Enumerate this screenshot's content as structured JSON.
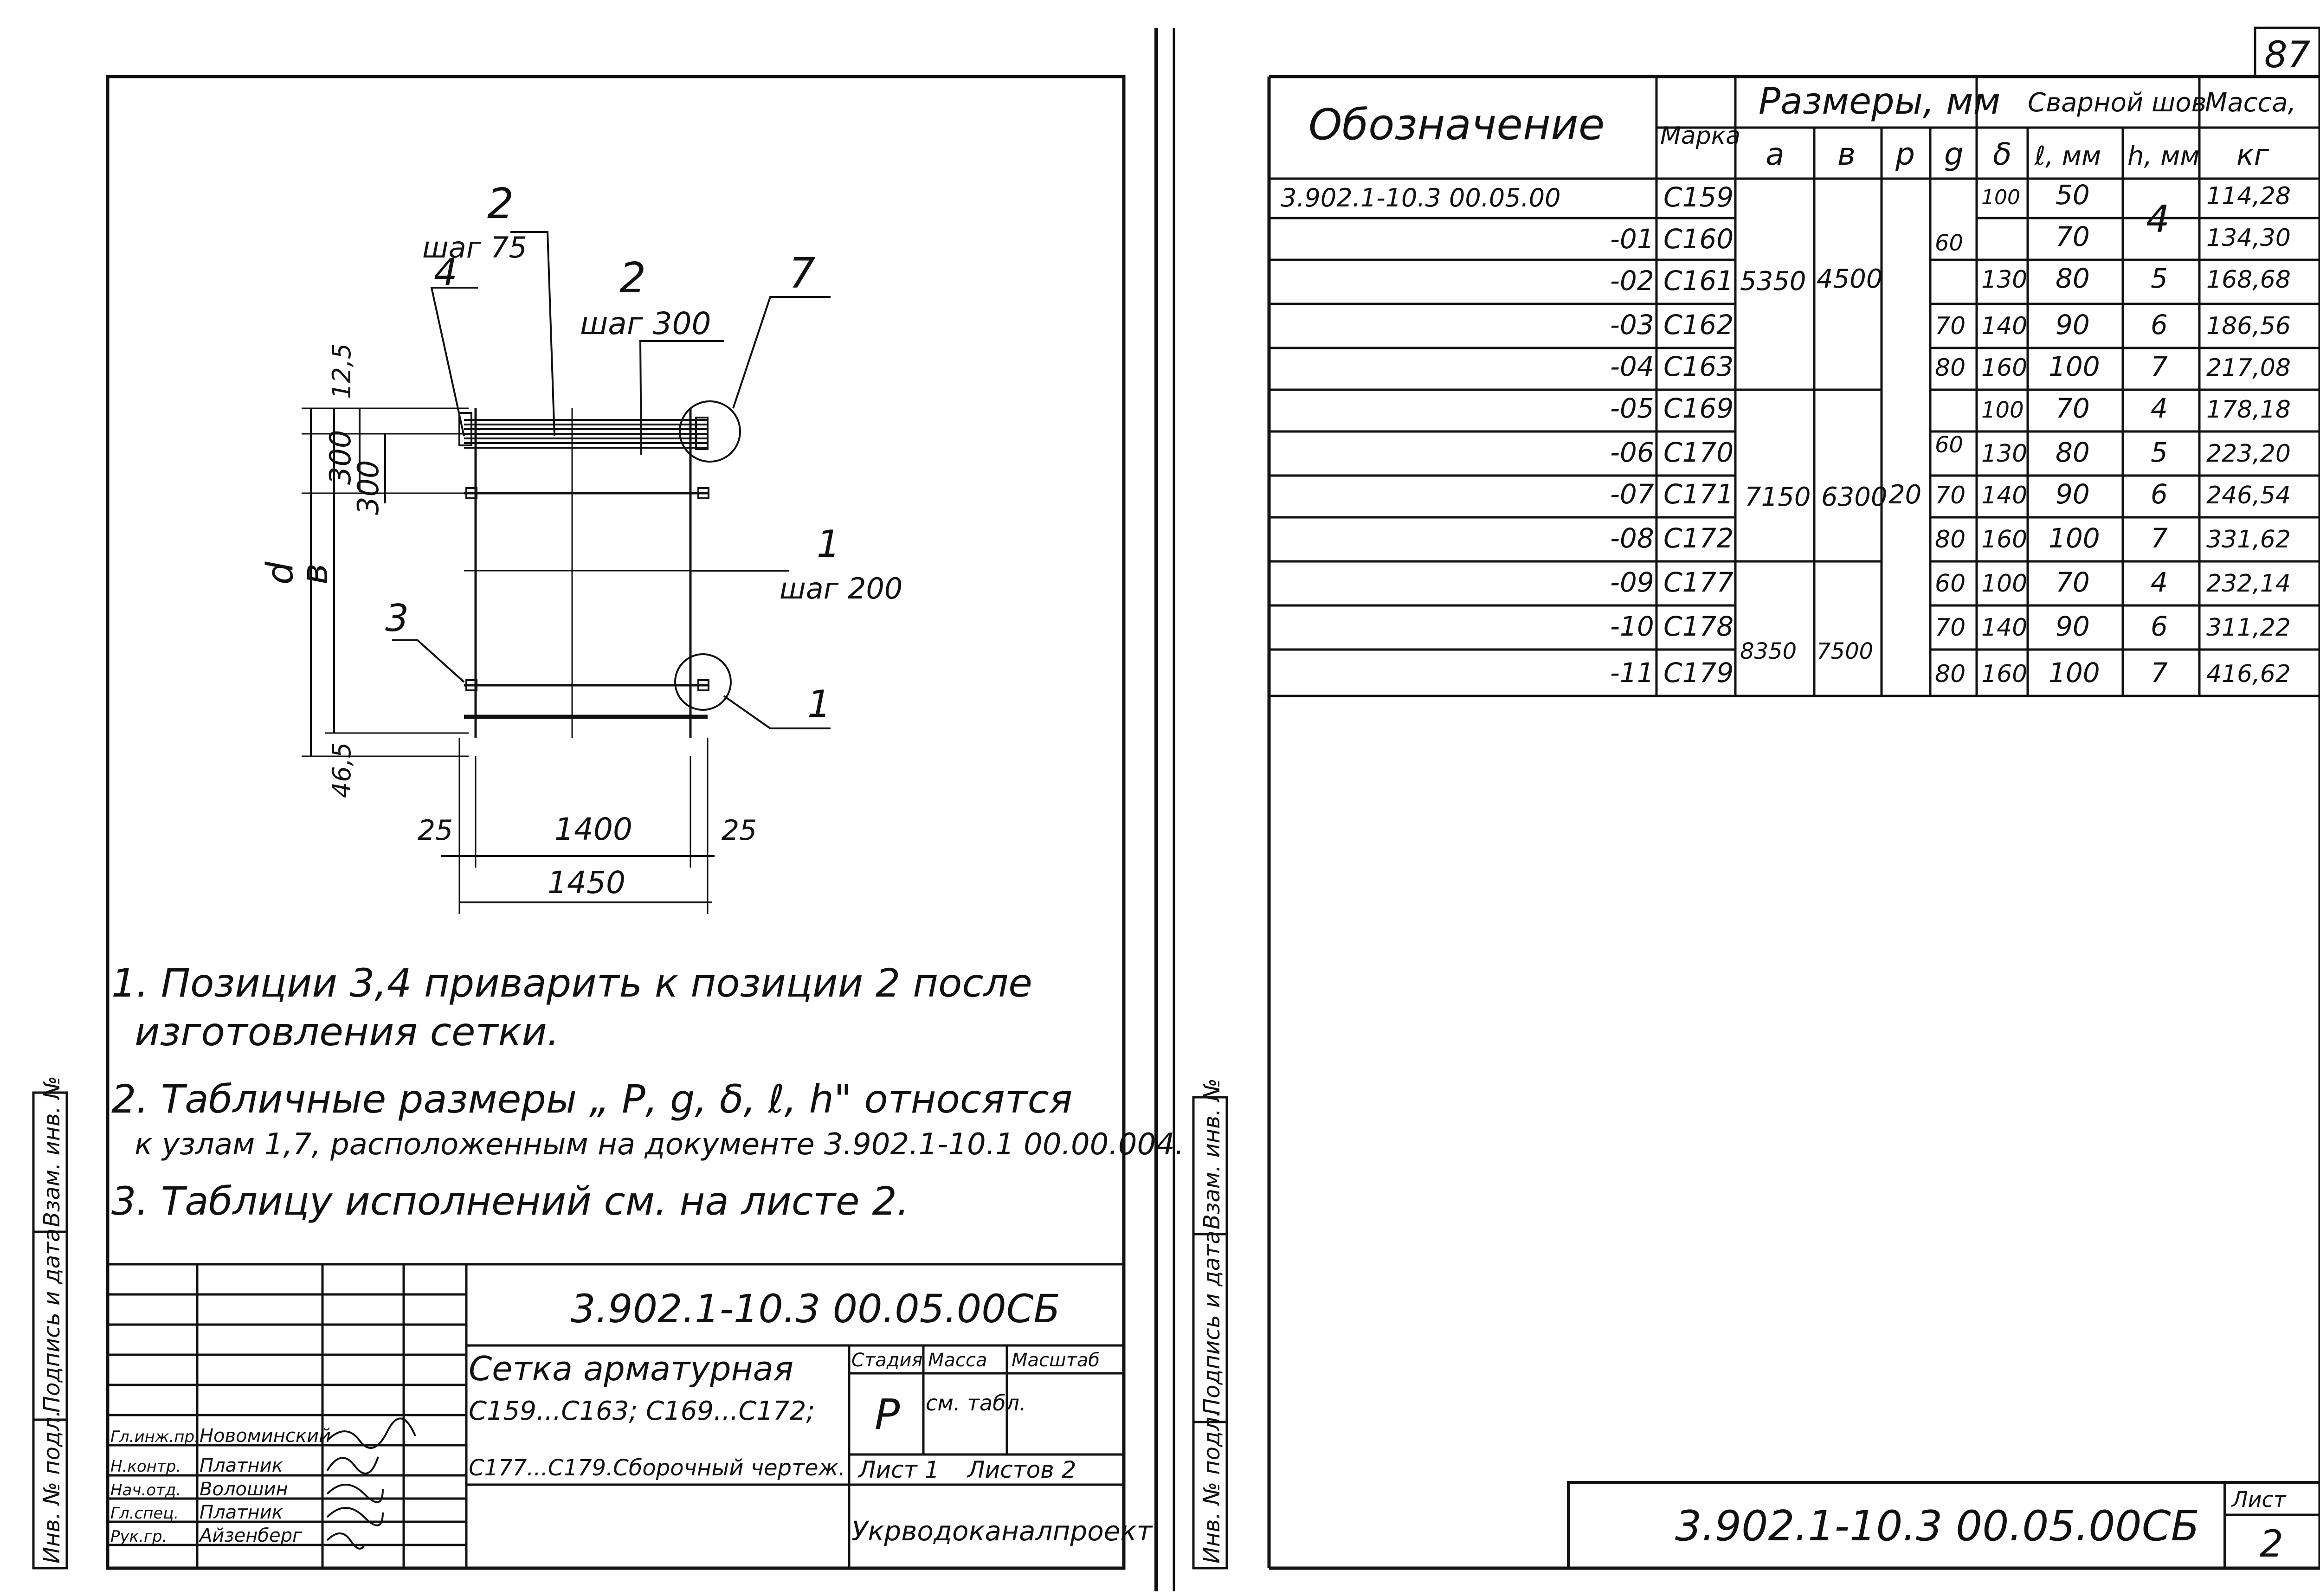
{
  "page_number": "87",
  "left_sheet": {
    "drawing": {
      "callouts": {
        "pos2_top": "2",
        "pos2_top_step": "шаг 75",
        "pos4": "4",
        "pos2_mid": "2",
        "pos2_mid_step": "шаг 300",
        "pos7": "7",
        "pos1_mid": "1",
        "pos1_mid_step": "шаг 200",
        "pos3": "3",
        "pos1_bottom": "1"
      },
      "dims": {
        "d": "d",
        "b": "в",
        "top_offset": "12,5",
        "p300a": "300",
        "p300b": "300",
        "bottom_offset": "46,5",
        "left25": "25",
        "span1400": "1400",
        "right25": "25",
        "total1450": "1450"
      }
    },
    "notes": [
      "1. Позиции 3,4 приварить к позиции 2 после",
      "изготовления сетки.",
      "2. Табличные размеры „ Р, g, δ, ℓ, h\" относятся",
      "к узлам 1,7, расположенным на документе 3.902.1-10.1 00.00.004.",
      "3. Таблицу исполнений см. на листе 2."
    ],
    "side_stamp": [
      "Инв. № подл.",
      "Подпись и дата",
      "Взам. инв. №"
    ],
    "title_block": {
      "designation": "3.902.1-10.3 00.05.00СБ",
      "title_lines": [
        "Сетка арматурная",
        "С159...С163; С169...С172;",
        "С177...С179.Сборочный чертеж."
      ],
      "stage_label": "Стадия",
      "stage_value": "Р",
      "mass_label": "Масса",
      "mass_value": "см. табл.",
      "scale_label": "Масштаб",
      "sheet_label": "Лист 1",
      "sheets_label": "Листов 2",
      "organization": "Укрводоканалпроект",
      "signatures": [
        {
          "role": "Гл.инж.пр.",
          "name": "Новоминский"
        },
        {
          "role": "Н.контр.",
          "name": "Платник"
        },
        {
          "role": "Нач.отд.",
          "name": "Волошин"
        },
        {
          "role": "Гл.спец.",
          "name": "Платник"
        },
        {
          "role": "Рук.гр.",
          "name": "Айзенберг"
        }
      ]
    }
  },
  "right_sheet": {
    "table": {
      "header": {
        "designation": "Обозначение",
        "mark": "Марка",
        "sizes": "Размеры, мм",
        "weld": "Сварной шов",
        "mass": "Масса,",
        "mass_unit": "кг",
        "sub": [
          "a",
          "в",
          "р",
          "g",
          "δ",
          "ℓ, мм",
          "h, мм"
        ]
      },
      "rows": [
        {
          "designation": "3.902.1-10.3 00.05.00",
          "mark": "С159",
          "g": "",
          "delta": "100",
          "l": "50",
          "h": "",
          "mass": "114,28"
        },
        {
          "designation": "-01",
          "mark": "С160",
          "g": "",
          "delta": "",
          "l": "70",
          "h": "",
          "mass": "134,30"
        },
        {
          "designation": "-02",
          "mark": "С161",
          "g": "",
          "delta": "130",
          "l": "80",
          "h": "5",
          "mass": "168,68"
        },
        {
          "designation": "-03",
          "mark": "С162",
          "g": "70",
          "delta": "140",
          "l": "90",
          "h": "6",
          "mass": "186,56"
        },
        {
          "designation": "-04",
          "mark": "С163",
          "g": "80",
          "delta": "160",
          "l": "100",
          "h": "7",
          "mass": "217,08"
        },
        {
          "designation": "-05",
          "mark": "С169",
          "g": "",
          "delta": "100",
          "l": "70",
          "h": "4",
          "mass": "178,18"
        },
        {
          "designation": "-06",
          "mark": "С170",
          "g": "",
          "delta": "130",
          "l": "80",
          "h": "5",
          "mass": "223,20"
        },
        {
          "designation": "-07",
          "mark": "С171",
          "g": "70",
          "delta": "140",
          "l": "90",
          "h": "6",
          "mass": "246,54"
        },
        {
          "designation": "-08",
          "mark": "С172",
          "g": "80",
          "delta": "160",
          "l": "100",
          "h": "7",
          "mass": "331,62"
        },
        {
          "designation": "-09",
          "mark": "С177",
          "g": "60",
          "delta": "100",
          "l": "70",
          "h": "4",
          "mass": "232,14"
        },
        {
          "designation": "-10",
          "mark": "С178",
          "g": "70",
          "delta": "140",
          "l": "90",
          "h": "6",
          "mass": "311,22"
        },
        {
          "designation": "-11",
          "mark": "С179",
          "g": "80",
          "delta": "160",
          "l": "100",
          "h": "7",
          "mass": "416,62"
        }
      ],
      "merged": {
        "a_group1": "5350",
        "b_group1": "4500",
        "a_group2": "7150",
        "b_group2": "6300",
        "a_group3": "8350",
        "b_group3": "7500",
        "p_all": "20",
        "g60_group1": "60",
        "g60_group2": "60",
        "h4_group1": "4"
      }
    },
    "side_stamp": [
      "Инв. № подл.",
      "Подпись и дата",
      "Взам. инв. №"
    ],
    "footer": {
      "designation": "3.902.1-10.3 00.05.00СБ",
      "sheet_label": "Лист",
      "sheet_number": "2"
    }
  }
}
